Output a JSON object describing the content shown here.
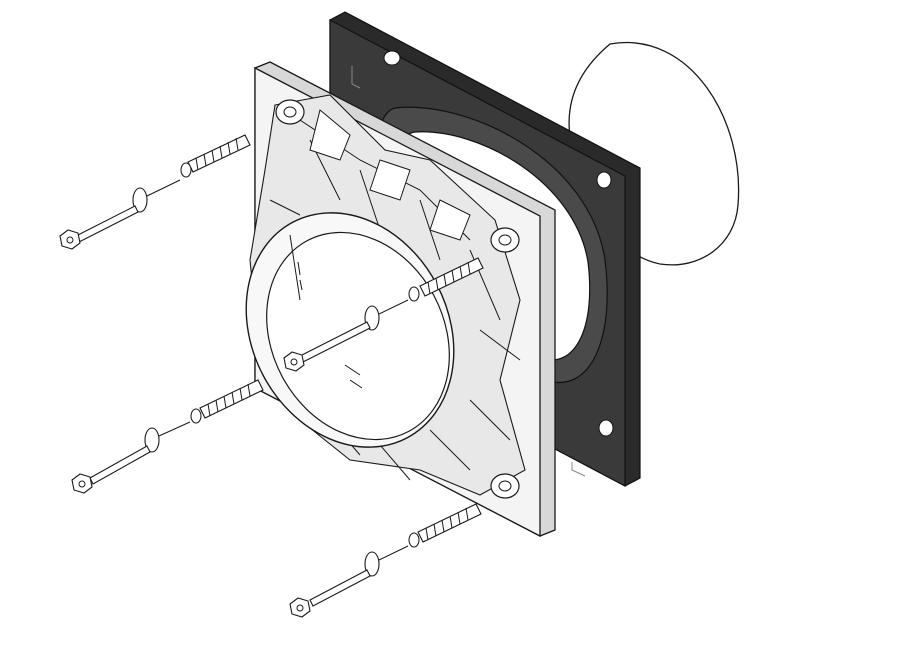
{
  "diagram": {
    "kind": "exploded-assembly-drawing",
    "labels_shown": false,
    "parts": [
      {
        "name": "circular-cover"
      },
      {
        "name": "dark-gasket-plate"
      },
      {
        "name": "mounting-frame"
      },
      {
        "name": "wall-plug",
        "count": 4
      },
      {
        "name": "washer",
        "count": 4
      },
      {
        "name": "hex-screw",
        "count": 4
      }
    ]
  },
  "colors": {
    "background": "#ffffff",
    "outline": "#1a1a1a",
    "gasket": "#3a3a3a",
    "gasket_shade": "#2a2a2a",
    "frame_fill": "#f4f4f4",
    "frame_shade": "#d8d8d8"
  }
}
